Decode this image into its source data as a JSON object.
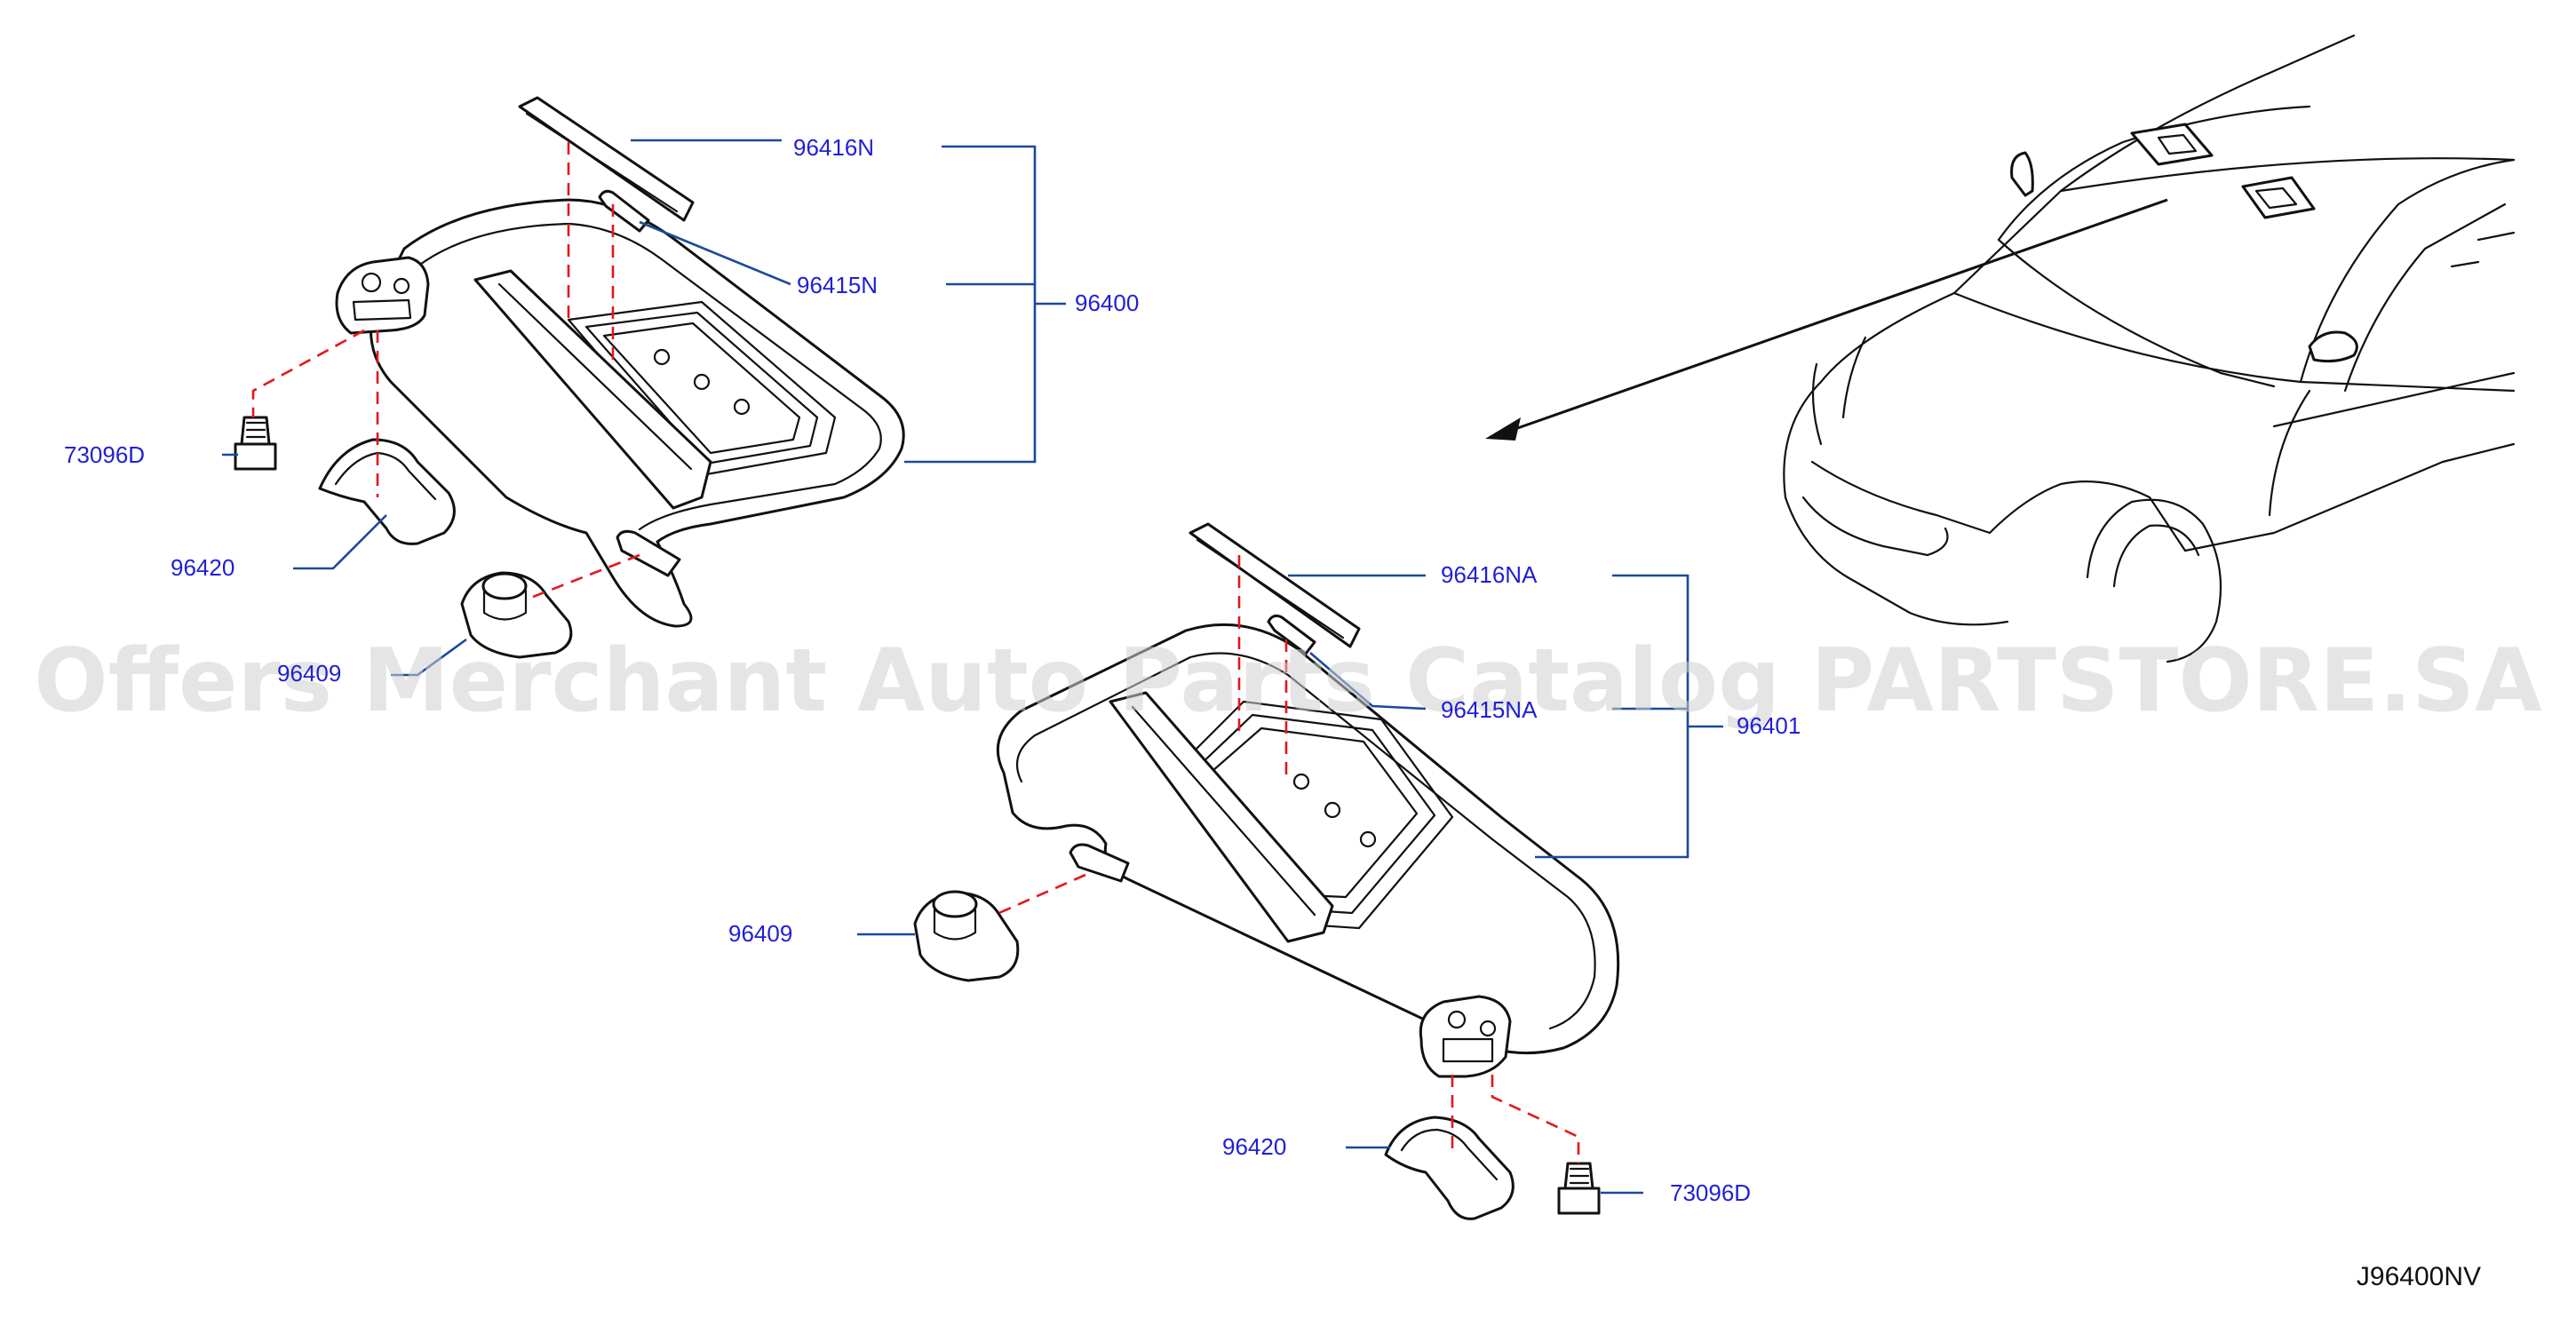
{
  "diagram": {
    "callouts": [
      {
        "id": "96416N",
        "text": "96416N"
      },
      {
        "id": "96415N",
        "text": "96415N"
      },
      {
        "id": "96400",
        "text": "96400"
      },
      {
        "id": "73096D-left",
        "text": "73096D"
      },
      {
        "id": "96420-left",
        "text": "96420"
      },
      {
        "id": "96409-left",
        "text": "96409"
      },
      {
        "id": "96416NA",
        "text": "96416NA"
      },
      {
        "id": "96415NA",
        "text": "96415NA"
      },
      {
        "id": "96401",
        "text": "96401"
      },
      {
        "id": "96409-right",
        "text": "96409"
      },
      {
        "id": "96420-right",
        "text": "96420"
      },
      {
        "id": "73096D-right",
        "text": "73096D"
      }
    ],
    "watermark": "Offers Merchant Auto Parts Catalog PARTSTORE.SA",
    "diagram_code": "J96400NV",
    "colors": {
      "label": "#1f1fd6",
      "leader": "#1a4a9a",
      "hidden_line": "#e4161b",
      "outline": "#111111"
    }
  }
}
